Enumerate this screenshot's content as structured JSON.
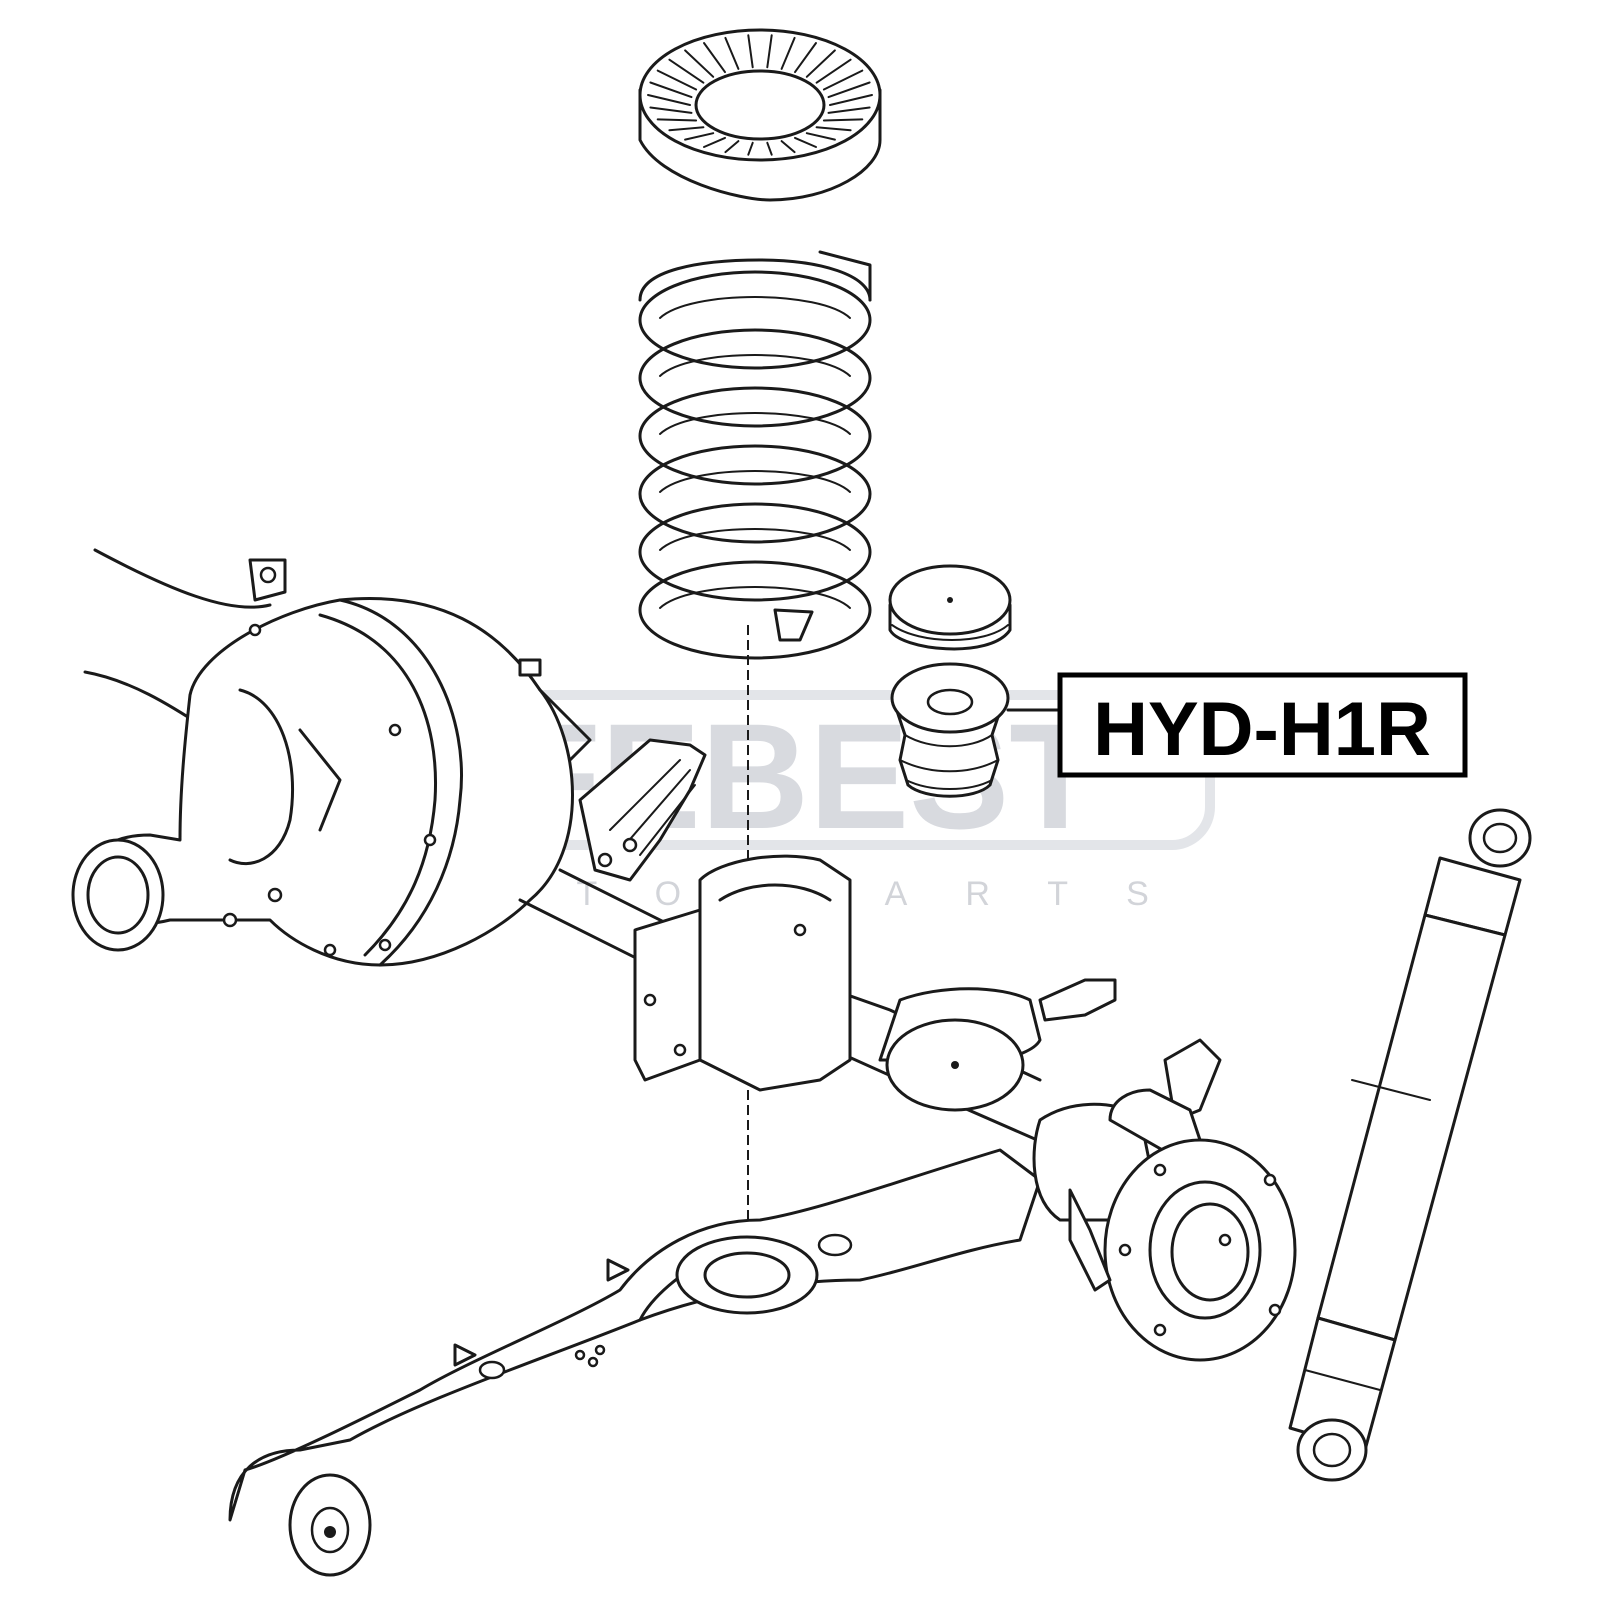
{
  "callout": {
    "part_number": "HYD-H1R"
  },
  "watermark": {
    "brand": "FEBEST",
    "tagline": "AUTO PARTS"
  },
  "colors": {
    "line": "#1a1a1a",
    "watermark": "#d8dadf",
    "background": "#ffffff"
  }
}
